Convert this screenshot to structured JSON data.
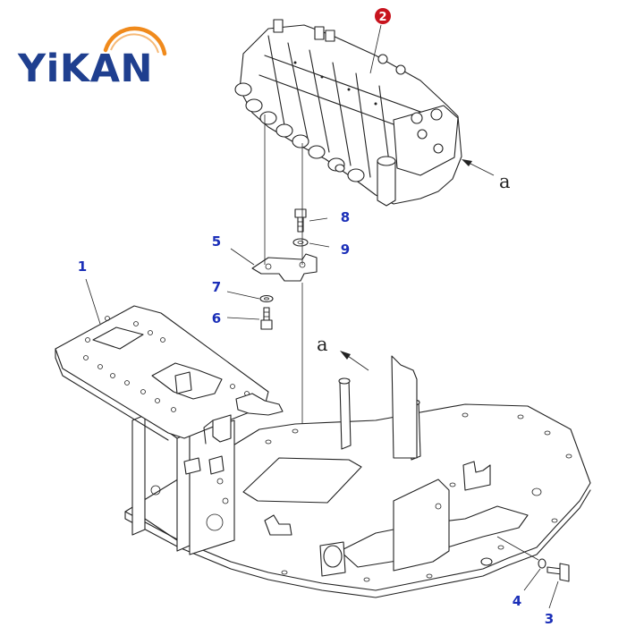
{
  "logo": {
    "text": "YiKAN",
    "brand_color": "#1f3f8f",
    "arc_color": "#f08a1c",
    "arc_icon": "logo-arc-icon"
  },
  "diagram": {
    "callouts": [
      {
        "id": "c1",
        "label": "1"
      },
      {
        "id": "c2",
        "label": "2",
        "highlight": true,
        "highlight_color": "#c8141e"
      },
      {
        "id": "c3",
        "label": "3"
      },
      {
        "id": "c4",
        "label": "4"
      },
      {
        "id": "c5",
        "label": "5"
      },
      {
        "id": "c6",
        "label": "6"
      },
      {
        "id": "c7",
        "label": "7"
      },
      {
        "id": "c8",
        "label": "8"
      },
      {
        "id": "c9",
        "label": "9"
      }
    ],
    "view_markers": [
      {
        "id": "a-upper",
        "label": "a"
      },
      {
        "id": "a-lower",
        "label": "a"
      }
    ],
    "callout_color": "#1b2fb8"
  }
}
